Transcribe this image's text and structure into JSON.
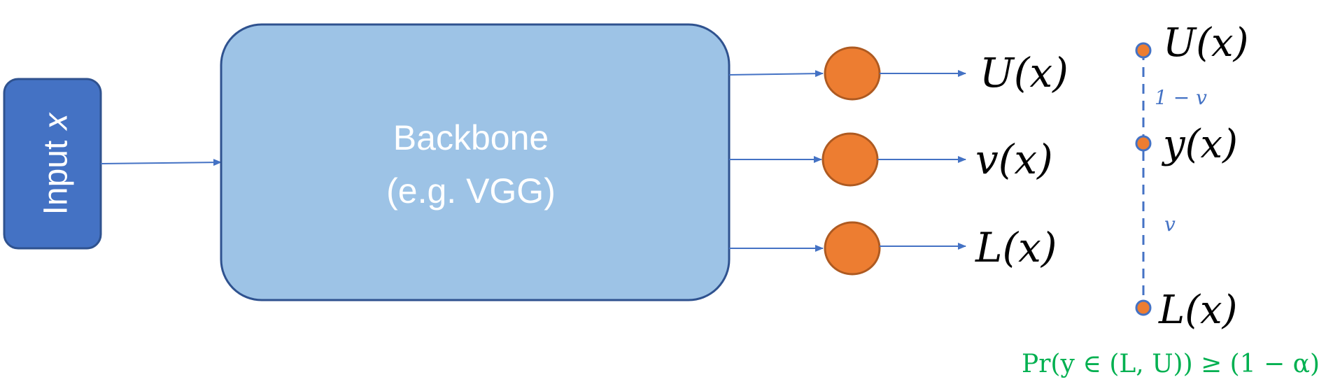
{
  "input_label": "Input 𝑥",
  "backbone": {
    "line1": "Backbone",
    "line2": "(e.g. VGG)"
  },
  "outputs": [
    "U(x)",
    "v(x)",
    "L(x)"
  ],
  "interval": {
    "upper": "U(x)",
    "middle": "y(x)",
    "lower": "L(x)",
    "upper_gap": "1 − v",
    "lower_gap": "v"
  },
  "formula": "Pr(y ∈ (L, U)) ≥ (1 − α)",
  "colors": {
    "input_fill": "#4472C4",
    "input_stroke": "#2F528F",
    "backbone_fill": "#9DC3E6",
    "backbone_stroke": "#2F528F",
    "node_fill": "#ED7D31",
    "node_stroke": "#AE5A21",
    "arrow": "#4472C4",
    "dashed": "#4472C4",
    "formula": "#00B050",
    "gap_label": "#4472C4",
    "text_dark": "#000000",
    "text_light": "#ffffff"
  }
}
